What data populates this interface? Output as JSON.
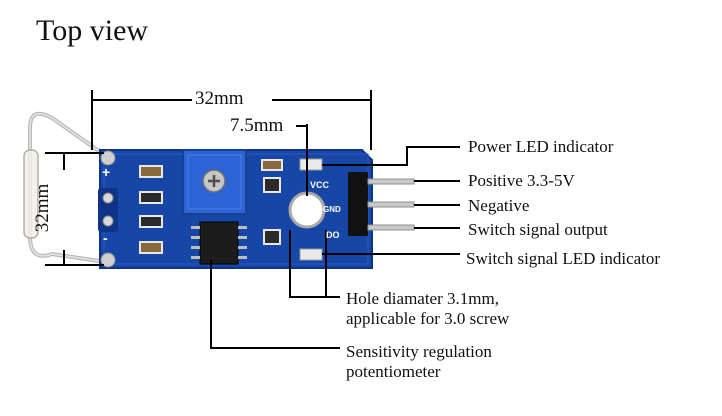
{
  "title": "Top view",
  "dimensions": {
    "width": "32mm",
    "height": "32mm",
    "offset": "7.5mm"
  },
  "board": {
    "silk_plus": "+",
    "silk_minus": "-",
    "silk_vcc": "VCC",
    "silk_gnd": "GND",
    "silk_do": "DO"
  },
  "callouts": {
    "power_led": "Power LED indicator",
    "positive": "Positive 3.3-5V",
    "negative": "Negative",
    "switch_output": "Switch signal output",
    "switch_led": "Switch signal LED indicator",
    "hole_line1": "Hole diamater 3.1mm,",
    "hole_line2": "applicable for 3.0 screw",
    "pot_line1": "Sensitivity regulation",
    "pot_line2": "potentiometer"
  },
  "colors": {
    "pcb": "#1747a6",
    "pcb_edge": "#0f3386",
    "potentiometer": "#2c64d6",
    "pin": "#c9c9c9",
    "header": "#111111"
  }
}
